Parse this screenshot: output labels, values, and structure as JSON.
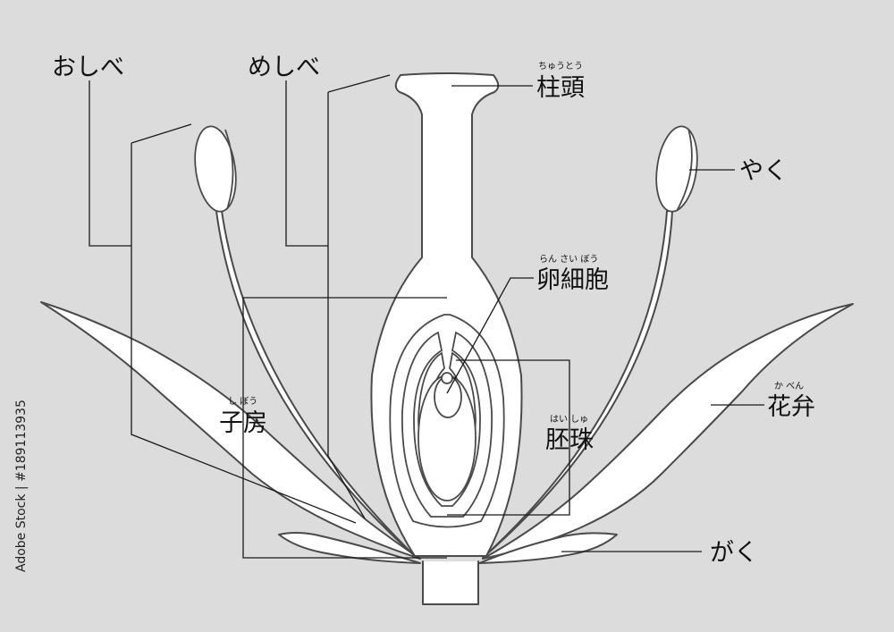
{
  "colors": {
    "background": "#dcdcdc",
    "fill": "#ffffff",
    "outline": "#4a4a4a",
    "text": "#111111"
  },
  "labels": {
    "stamen": {
      "text": "おしべ"
    },
    "pistil": {
      "text": "めしべ"
    },
    "stigma": {
      "text": "柱頭",
      "ruby": "ちゅうとう"
    },
    "anther": {
      "text": "やく"
    },
    "egg_cell": {
      "text": "卵細胞",
      "ruby": "らん さい ぼう"
    },
    "ovary": {
      "text": "子房",
      "ruby": "し ぼう"
    },
    "ovule": {
      "text": "胚珠",
      "ruby": "はい しゅ"
    },
    "petal": {
      "text": "花弁",
      "ruby": "か べん"
    },
    "sepal": {
      "text": "がく"
    }
  },
  "watermark": {
    "text": "Adobe Stock | #189113935"
  }
}
